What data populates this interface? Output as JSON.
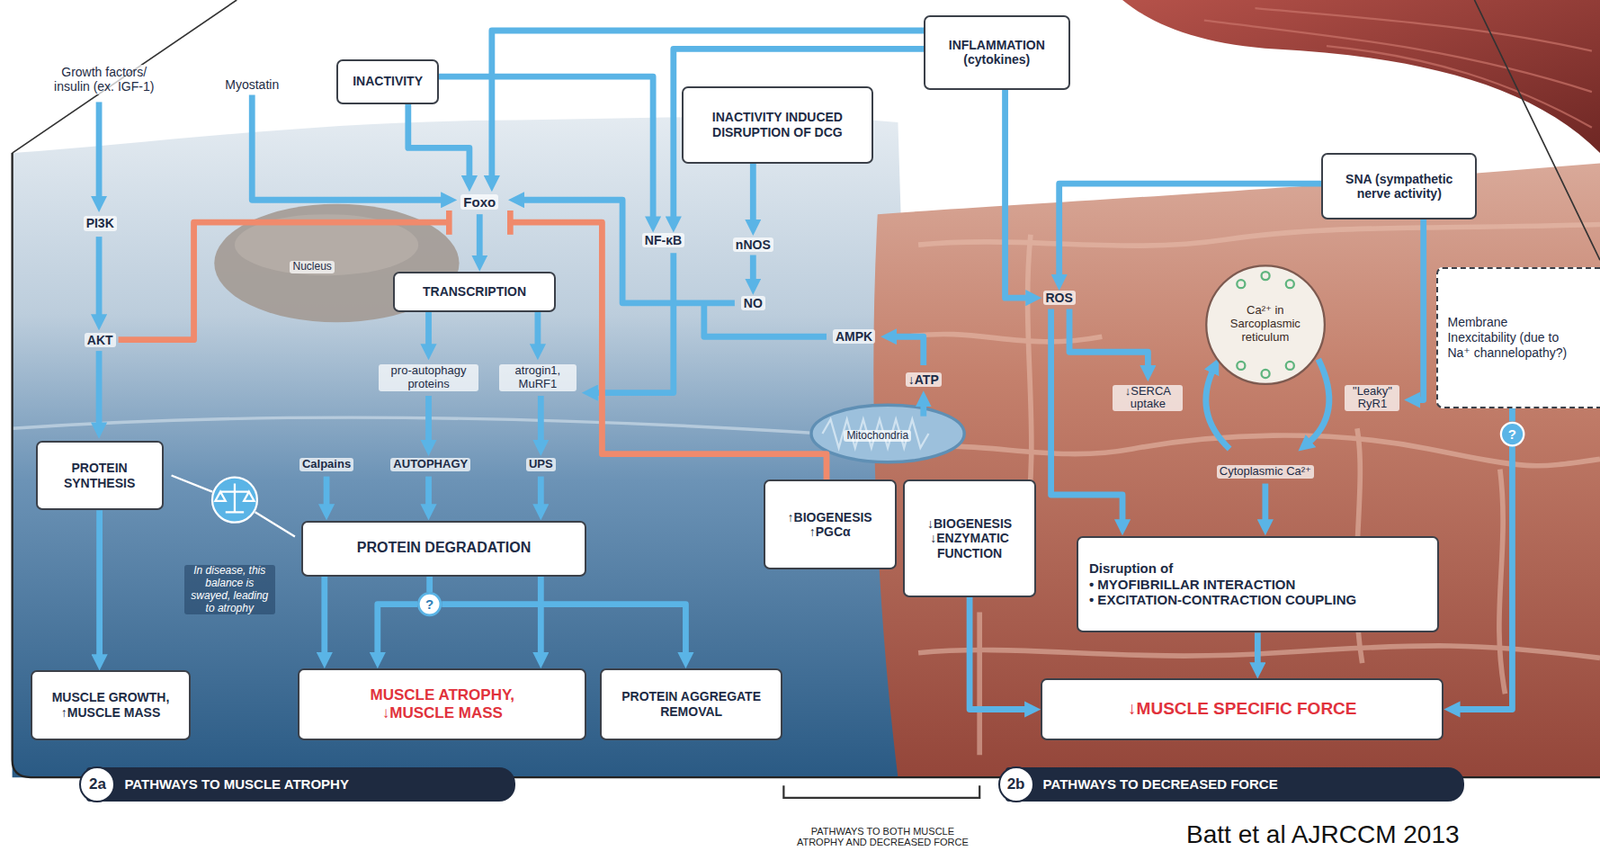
{
  "diagram": {
    "nodes": [
      {
        "text": [
          "INACTIVITY"
        ]
      },
      {
        "text": [
          "INFLAMMATION (cytokines)"
        ]
      },
      {
        "text": [
          "INACTIVITY INDUCED DISRUPTION OF DCG"
        ]
      },
      {
        "text": [
          "SNA (sympathetic nerve activity)"
        ]
      },
      {
        "text": [
          "TRANSCRIPTION"
        ]
      },
      {
        "text": [
          "Ca²⁺ in Sarcoplasmic reticulum"
        ]
      },
      {
        "text": [
          "Membrane Inexcitability (due to Na⁺ channelopathy?)"
        ]
      },
      {
        "text": [
          "?"
        ]
      },
      {
        "text": [
          "PROTEIN SYNTHESIS"
        ]
      },
      {
        "text": [
          "↑BIOGENESIS ↑PGCα"
        ]
      },
      {
        "text": [
          "↓BIOGENESIS ↓ENZYMATIC FUNCTION"
        ]
      },
      {
        "text": [
          "PROTEIN DEGRADATION"
        ]
      },
      {
        "text": [
          "Disruption of",
          "• MYOFIBRILLAR INTERACTION",
          "• EXCITATION-CONTRACTION COUPLING"
        ]
      },
      {
        "text": [
          "?"
        ]
      },
      {
        "text": [
          "MUSCLE GROWTH, ↑MUSCLE MASS"
        ]
      },
      {
        "text": [
          "MUSCLE ATROPHY, ↓MUSCLE MASS"
        ]
      },
      {
        "text": [
          "PROTEIN AGGREGATE REMOVAL"
        ]
      },
      {
        "text": [
          "↓MUSCLE SPECIFIC FORCE"
        ]
      },
      {
        "text": [
          "2a",
          "PATHWAYS TO MUSCLE ATROPHY"
        ]
      },
      {
        "text": [
          "2b",
          "PATHWAYS TO DECREASED FORCE"
        ]
      }
    ],
    "edges": [
      {
        "from": 8,
        "to": 14,
        "arrow": "to"
      },
      {
        "from": 11,
        "to": 15,
        "arrow": "to"
      },
      {
        "from": 11,
        "to": 15,
        "arrow": "to"
      },
      {
        "from": 11,
        "to": 13,
        "arrow": "none"
      },
      {
        "from": 13,
        "to": 15,
        "arrow": "to"
      },
      {
        "from": 13,
        "to": 16,
        "arrow": "to"
      },
      {
        "from": 10,
        "to": 17,
        "arrow": "to"
      },
      {
        "from": 12,
        "to": 17,
        "arrow": "to"
      },
      {
        "from": 6,
        "to": 7,
        "arrow": "none"
      },
      {
        "from": 7,
        "to": 17,
        "arrow": "to"
      }
    ],
    "labels": [
      "Growth factors/ insulin (ex. IGF-1)",
      "Myostatin",
      "PI3K",
      "AKT",
      "Foxo",
      "Nucleus",
      "NF-κB",
      "nNOS",
      "NO",
      "AMPK",
      "↓ATP",
      "pro-autophagy proteins",
      "atrogin1, MuRF1",
      "Calpains",
      "AUTOPHAGY",
      "UPS",
      "Mitochondria",
      "ROS",
      "↓SERCA uptake",
      "\"Leaky\" RyR1",
      "Cytoplasmic Ca²⁺",
      "In disease, this balance is swayed, leading to atrophy",
      "PATHWAYS TO BOTH MUSCLE ATROPHY AND DECREASED FORCE",
      "Batt et al AJRCCM 2013"
    ]
  }
}
